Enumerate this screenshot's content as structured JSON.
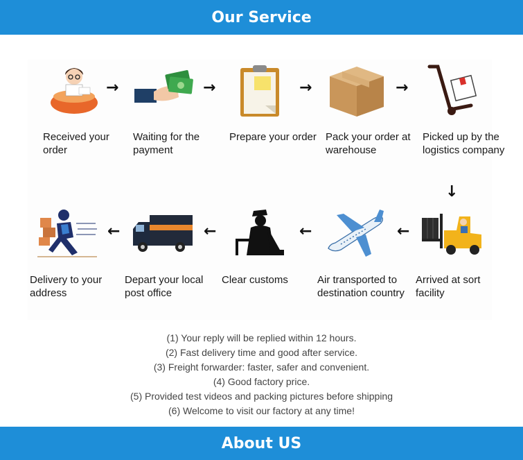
{
  "header": {
    "title": "Our Service"
  },
  "footer": {
    "title": "About US"
  },
  "steps": [
    {
      "label": "Received your order",
      "icon": "customer-service-icon"
    },
    {
      "label": "Waiting for the payment",
      "icon": "payment-icon"
    },
    {
      "label": "Prepare your order",
      "icon": "clipboard-icon"
    },
    {
      "label": "Pack your order at warehouse",
      "icon": "box-icon"
    },
    {
      "label": "Picked up by the logistics company",
      "icon": "hand-truck-icon"
    },
    {
      "label": "Arrived at sort facility",
      "icon": "forklift-icon"
    },
    {
      "label": "Air transported to destination country",
      "icon": "airplane-icon"
    },
    {
      "label": "Clear customs",
      "icon": "customs-officer-icon"
    },
    {
      "label": "Depart your local post office",
      "icon": "truck-icon"
    },
    {
      "label": "Delivery to your address",
      "icon": "delivery-person-icon"
    }
  ],
  "arrows": {
    "right": "→",
    "down": "↓",
    "left": "←"
  },
  "notes": [
    "(1) Your reply will be replied within 12 hours.",
    "(2) Fast delivery time and good after service.",
    "(3) Freight forwarder: faster, safer and convenient.",
    "(4) Good factory price.",
    "(5) Provided test videos and packing pictures before shipping",
    "(6) Welcome to visit our factory at any time!"
  ],
  "colors": {
    "banner": "#1e8ed8",
    "text": "#1a1a1a",
    "notes": "#444444"
  }
}
